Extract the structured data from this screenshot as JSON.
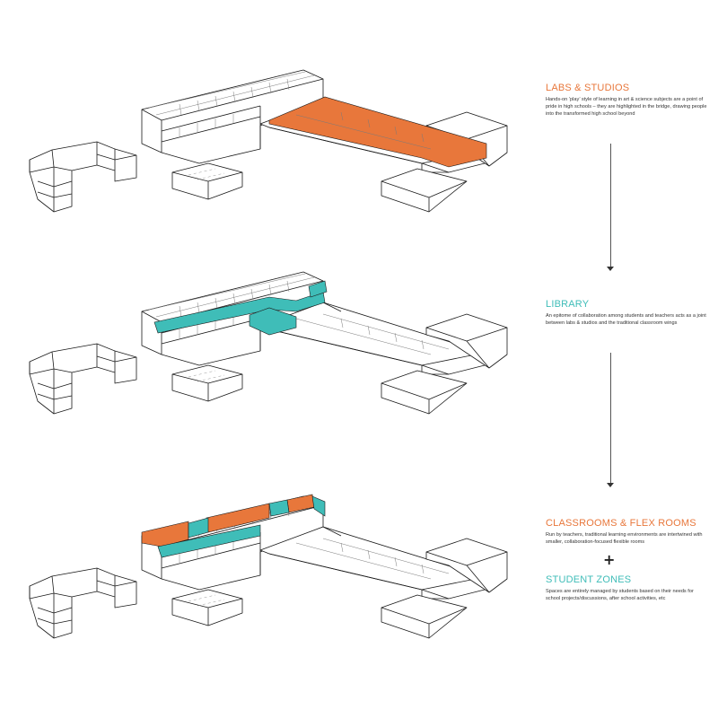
{
  "colors": {
    "labs": "#E8773B",
    "library": "#3FBDB8",
    "classrooms": "#E8773B",
    "student_zones": "#3FBDB8",
    "outline": "#1a1a1a"
  },
  "captions": [
    {
      "key": "labs",
      "title": "LABS & STUDIOS",
      "body": "Hands-on ‘play’ style of learning in art & science subjects are a point of pride in high schools – they are highlighted in the bridge, drawing people into the transformed high school beyond"
    },
    {
      "key": "library",
      "title": "LIBRARY",
      "body": "An epitome of collaboration among students and teachers acts as a joint between labs & studios and the traditional classroom wings"
    },
    {
      "key": "classrooms",
      "title": "CLASSROOMS  & FLEX ROOMS",
      "body": "Run by teachers, traditional learning environments are intertwined with smaller, collaboration-focused flexible rooms"
    },
    {
      "key": "student_zones",
      "title": "STUDENT ZONES",
      "body": "Spaces are entirely managed by students based on their needs for school projects/discussions, after school activities, etc"
    }
  ],
  "connector": {
    "symbol": "+"
  },
  "diagrams": [
    {
      "name": "labs-studios-axonometric",
      "highlight": "labs"
    },
    {
      "name": "library-axonometric",
      "highlight": "library"
    },
    {
      "name": "classrooms-student-zones-axonometric",
      "highlight": "classrooms+student_zones"
    }
  ]
}
